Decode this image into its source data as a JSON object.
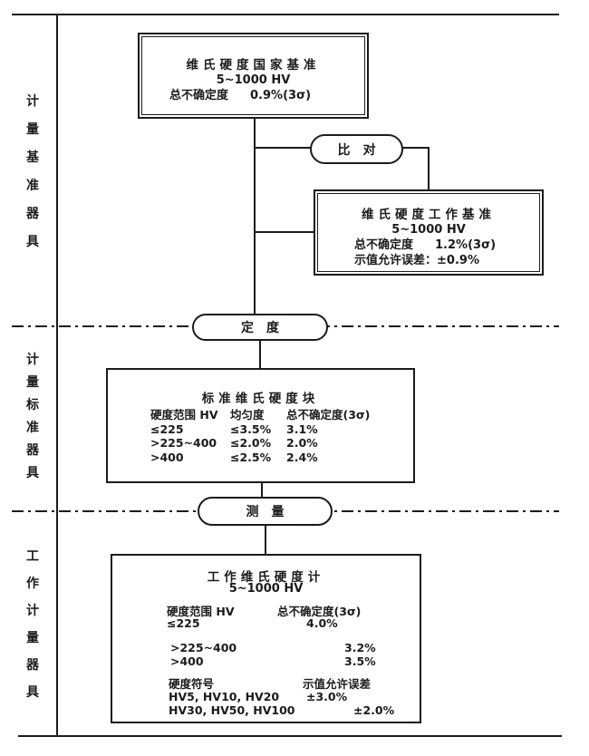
{
  "palette": {
    "ink": "#1b1b1b",
    "paper": "#ffffff"
  },
  "sidebar": {
    "sections": [
      {
        "label": "计量基准器具"
      },
      {
        "label": "计量标准器具"
      },
      {
        "label": "工作计量器具"
      }
    ]
  },
  "flow": {
    "national_standard": {
      "title": "维氏硬度国家基准",
      "range": "5~1000 HV",
      "uncertainty_label": "总不确定度",
      "uncertainty_value": "0.9%(3σ)"
    },
    "compare": {
      "label": "比　对"
    },
    "working_standard": {
      "title": "维氏硬度工作基准",
      "range": "5~1000 HV",
      "uncertainty_label": "总不确定度",
      "uncertainty_value": "1.2%(3σ)",
      "error_label": "示值允许误差：",
      "error_value": "±0.9%"
    },
    "calibrate": {
      "label": "定　度"
    },
    "standard_blocks": {
      "title": "标准维氏硬度块",
      "col_headers": [
        "硬度范围 HV",
        "均匀度",
        "总不确定度(3σ)"
      ],
      "rows": [
        [
          "≤225",
          "≤3.5%",
          "3.1%"
        ],
        [
          ">225~400",
          "≤2.0%",
          "2.0%"
        ],
        [
          ">400",
          "≤2.5%",
          "2.4%"
        ]
      ]
    },
    "measure": {
      "label": "测　量"
    },
    "working_tester": {
      "title": "工作维氏硬度计",
      "range": "5~1000 HV",
      "col1_header": "硬度范围 HV",
      "col2_header": "总不确定度(3σ)",
      "rows": [
        {
          "c1": "≤225",
          "c2": "4.0%"
        },
        {
          "c1": ">225~400",
          "c2": "3.2%"
        },
        {
          "c1": ">400",
          "c2": "3.5%"
        }
      ],
      "symbol_header": "硬度符号",
      "error_header": "示值允许误差",
      "symbol_rows": [
        {
          "c1": "HV5, HV10, HV20",
          "c2": "±3.0%"
        },
        {
          "c1": "HV30, HV50, HV100",
          "c2": "±2.0%"
        }
      ]
    }
  }
}
